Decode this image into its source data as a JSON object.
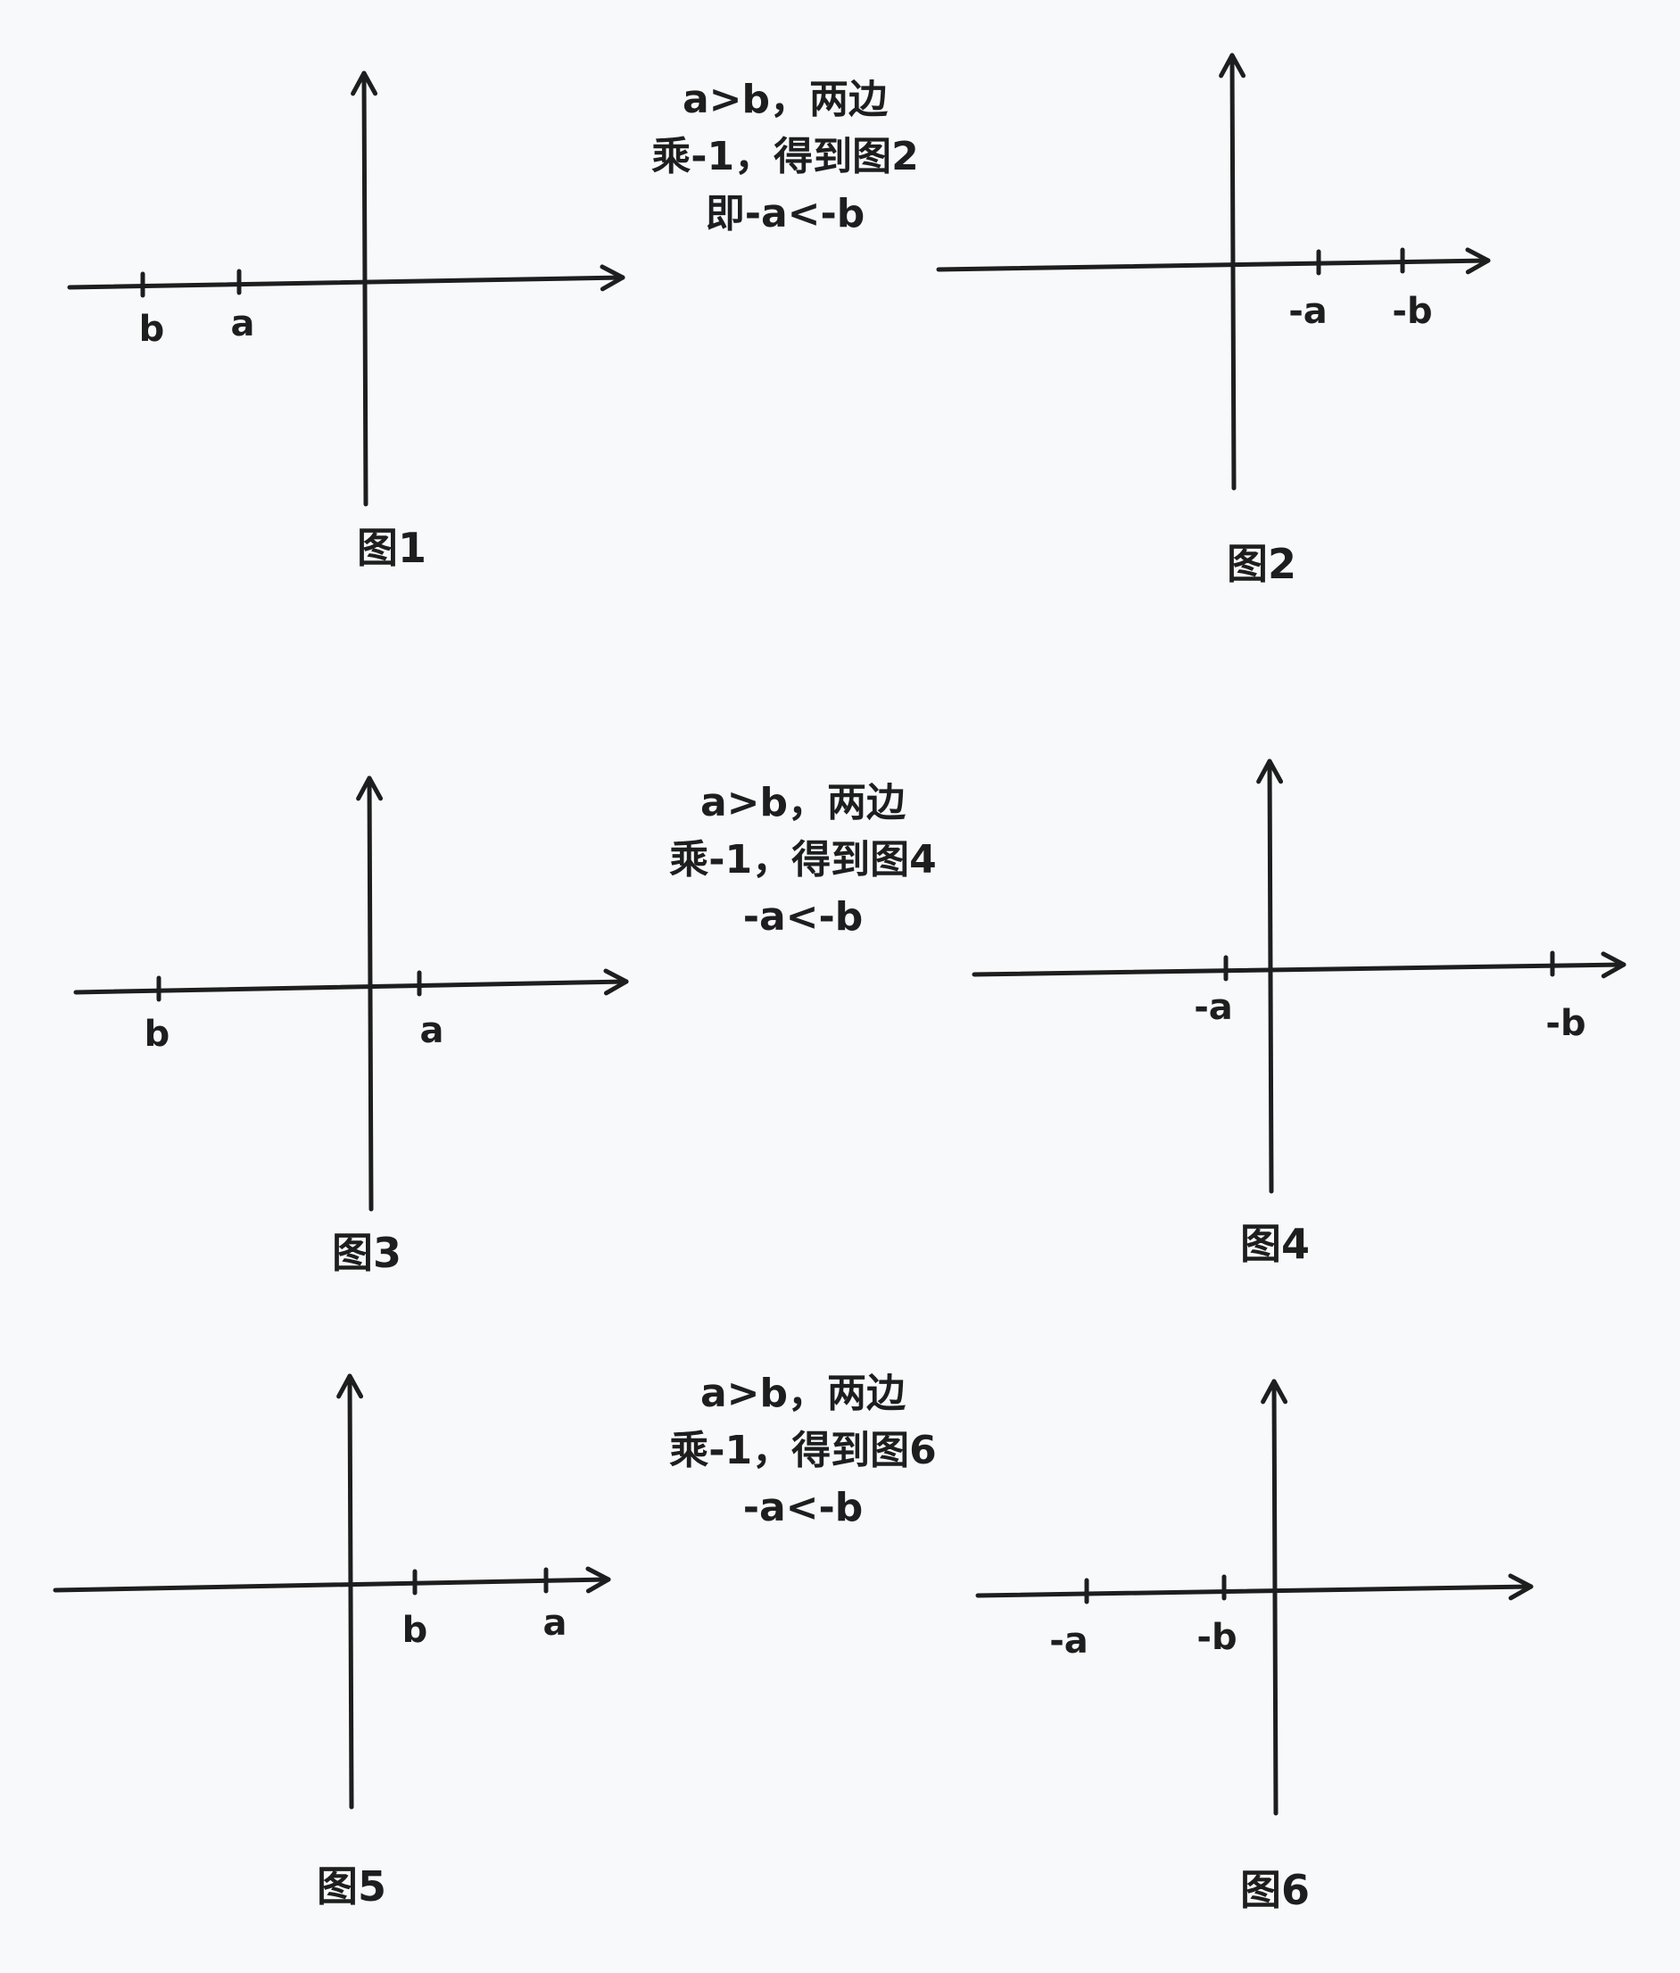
{
  "figures": [
    {
      "id": "fig1",
      "label": "图1",
      "ticks": [
        {
          "name": "b",
          "text": "b"
        },
        {
          "name": "a",
          "text": "a"
        }
      ]
    },
    {
      "id": "fig2",
      "label": "图2",
      "ticks": [
        {
          "name": "neg-a",
          "text": "-a"
        },
        {
          "name": "neg-b",
          "text": "-b"
        }
      ]
    },
    {
      "id": "fig3",
      "label": "图3",
      "ticks": [
        {
          "name": "b",
          "text": "b"
        },
        {
          "name": "a",
          "text": "a"
        }
      ]
    },
    {
      "id": "fig4",
      "label": "图4",
      "ticks": [
        {
          "name": "neg-a",
          "text": "-a"
        },
        {
          "name": "neg-b",
          "text": "-b"
        }
      ]
    },
    {
      "id": "fig5",
      "label": "图5",
      "ticks": [
        {
          "name": "b",
          "text": "b"
        },
        {
          "name": "a",
          "text": "a"
        }
      ]
    },
    {
      "id": "fig6",
      "label": "图6",
      "ticks": [
        {
          "name": "neg-a",
          "text": "-a"
        },
        {
          "name": "neg-b",
          "text": "-b"
        }
      ]
    }
  ],
  "notes": [
    {
      "line1": "a>b，两边",
      "line2": "乘-1，得到图2",
      "line3": "即-a<-b"
    },
    {
      "line1": "a>b，两边",
      "line2": "乘-1，得到图4",
      "line3": "-a<-b"
    },
    {
      "line1": "a>b，两边",
      "line2": "乘-1，得到图6",
      "line3": "-a<-b"
    }
  ],
  "colors": {
    "background": "#f8f9fb",
    "stroke": "#1e1e1e"
  }
}
